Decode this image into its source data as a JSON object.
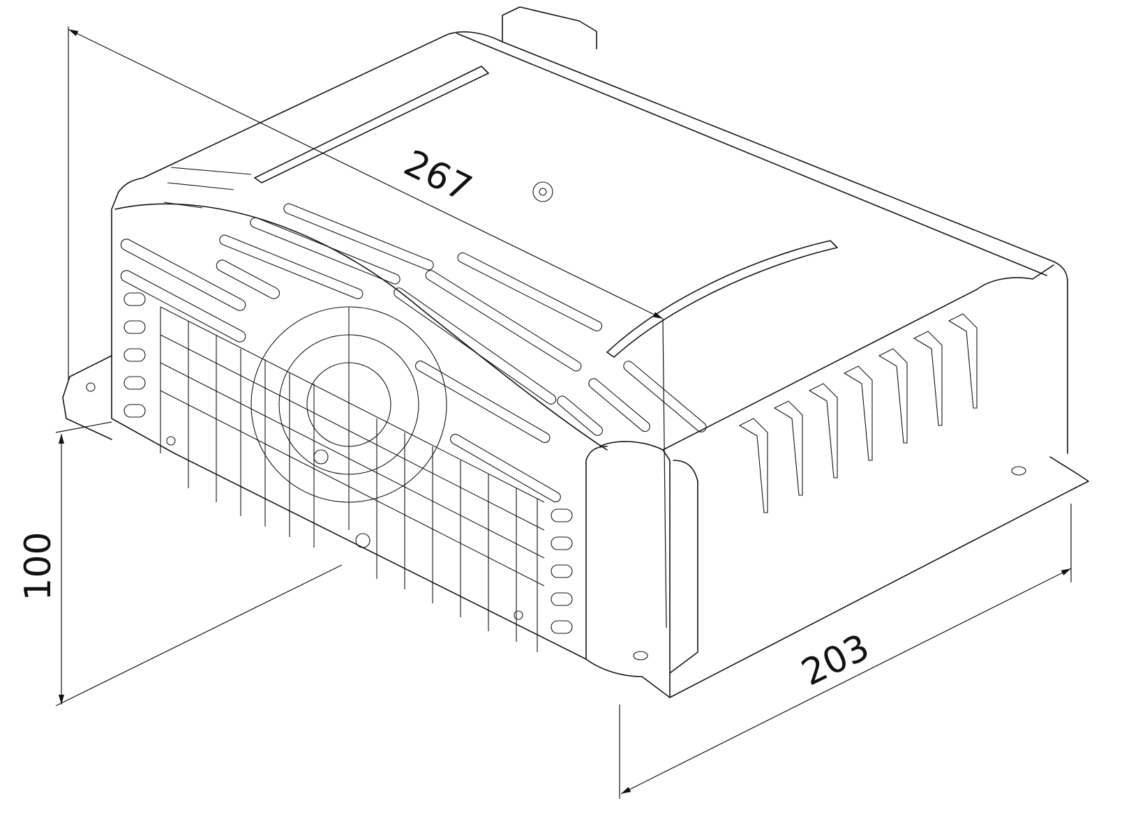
{
  "drawing": {
    "subject": "enclosure-isometric",
    "dimensions": {
      "length": "267",
      "height": "100",
      "width": "203"
    },
    "line_color": "#111111"
  }
}
